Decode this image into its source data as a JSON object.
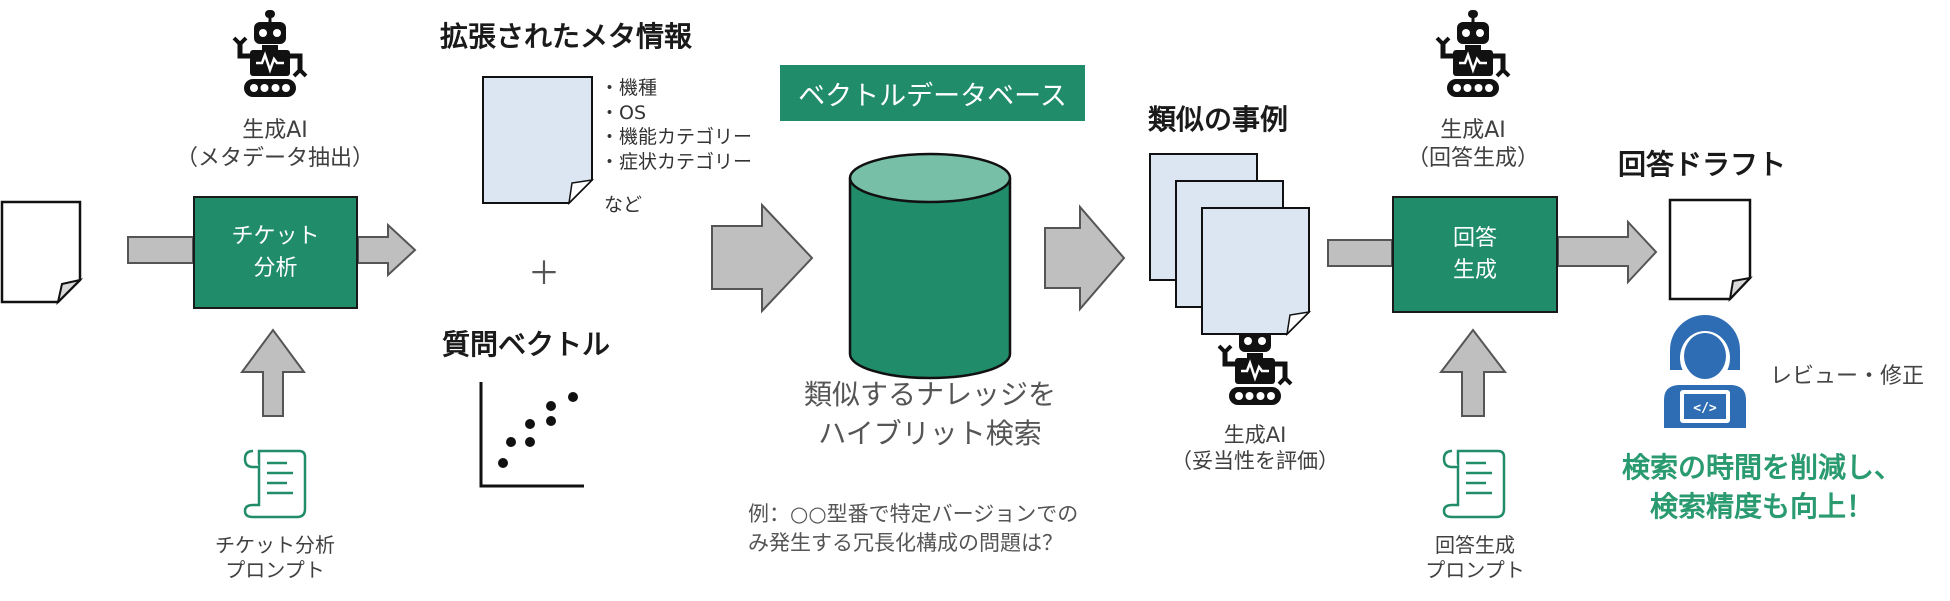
{
  "step1": {
    "ai_label": "生成AI\n（メタデータ抽出）",
    "box_label": "チケット\n分析",
    "prompt_label": "チケット分析\nプロンプト"
  },
  "meta": {
    "title": "拡張されたメタ情報",
    "items": [
      "機種",
      "OS",
      "機能カテゴリー",
      "症状カテゴリー"
    ],
    "items_tail": "など",
    "plus": "＋"
  },
  "vector": {
    "title": "質問ベクトル"
  },
  "db": {
    "title": "ベクトルデータベース",
    "caption": "類似するナレッジを\nハイブリット検索",
    "example": "例：○○型番で特定バージョンでの\nみ発生する冗長化構成の問題は？"
  },
  "similar": {
    "title": "類似の事例",
    "ai_label": "生成AI\n（妥当性を評価）"
  },
  "step2": {
    "ai_label": "生成AI\n（回答生成）",
    "box_label": "回答\n生成",
    "prompt_label": "回答生成\nプロンプト"
  },
  "draft": {
    "title": "回答ドラフト",
    "review": "レビュー・修正",
    "benefit": "検索の時間を削減し、\n検索精度も向上！"
  },
  "colors": {
    "green": "#218c6a",
    "light_green": "#78bfa7",
    "arrow_gray": "#bfbfbf",
    "doc_blue": "#dce6f2",
    "benefit": "#2a9a70",
    "user_blue": "#2e6db4"
  },
  "icons": [
    "robot-icon",
    "document-icon",
    "scroll-icon",
    "scatter-plot-icon",
    "database-icon",
    "user-coder-icon"
  ]
}
